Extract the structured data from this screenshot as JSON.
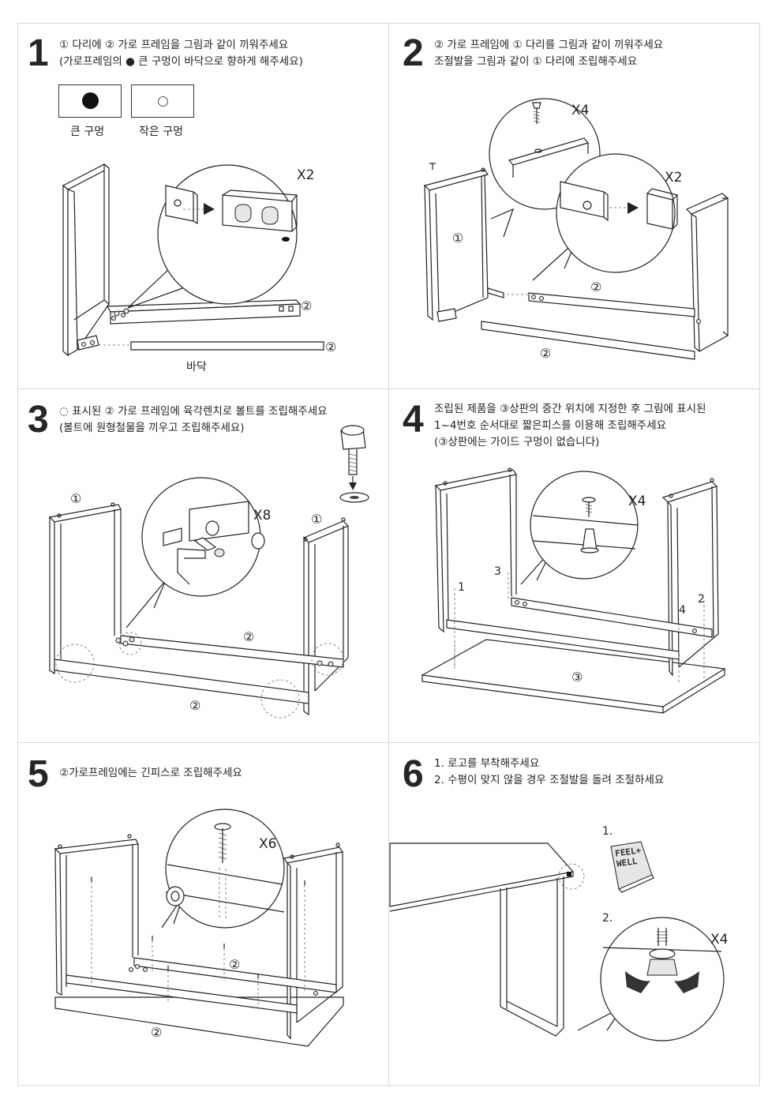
{
  "steps": [
    {
      "number": "1",
      "lines": [
        "① 다리에 ② 가로 프레임을 그림과 같이 끼워주세요",
        "(가로프레임의 ● 큰 구멍이 바닥으로 향하게 해주세요)"
      ],
      "legend": {
        "big_hole": "큰 구멍",
        "small_hole": "작은 구멍"
      },
      "quantity": "X2",
      "part_label": "②",
      "part_label_2": "②",
      "floor_label": "바닥"
    },
    {
      "number": "2",
      "lines": [
        "② 가로 프레임에 ① 다리를 그림과 같이 끼워주세요",
        "조절발을 그림과 같이 ① 다리에 조립해주세요"
      ],
      "quantity_top": "X4",
      "quantity_right": "X2",
      "labels": [
        "①",
        "②",
        "②"
      ]
    },
    {
      "number": "3",
      "lines": [
        "◌ 표시된 ② 가로 프레임에 육각렌치로 볼트를  조립해주세요",
        "(볼트에 원형철물을 끼우고  조립해주세요)"
      ],
      "quantity": "X8",
      "labels": [
        "①",
        "①",
        "②",
        "②"
      ]
    },
    {
      "number": "4",
      "lines": [
        "조립된 제품을 ③상판의 중간 위치에  지정한 후 그림에 표시된",
        "1~4번호 순서대로 짧은피스를 이용해 조립해주세요",
        "(③상판에는 가이드 구멍이 없습니다)"
      ],
      "quantity": "X4",
      "order_labels": [
        "1",
        "3",
        "4",
        "2"
      ],
      "top_label": "③"
    },
    {
      "number": "5",
      "lines": [
        "②가로프레임에는 긴피스로 조립해주세요"
      ],
      "quantity": "X6",
      "labels": [
        "②",
        "②"
      ]
    },
    {
      "number": "6",
      "lines": [
        "1. 로고를 부착해주세요",
        "2. 수평이 맞지 않을 경우 조절발을 돌려 조절하세요"
      ],
      "sub_1": "1.",
      "sub_2": "2.",
      "quantity": "X4",
      "logo_text": [
        "FEEL+",
        "WELL"
      ]
    }
  ],
  "colors": {
    "ink": "#222222",
    "border": "#d9d9d9"
  }
}
